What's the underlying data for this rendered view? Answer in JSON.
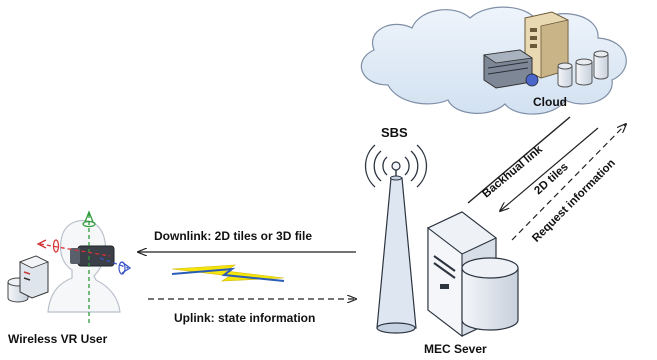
{
  "labels": {
    "cloud": "Cloud",
    "sbs": "SBS",
    "backhaul": "Backhual link",
    "tiles_2d": "2D tiles",
    "request": "Request information",
    "downlink": "Downlink: 2D tiles or 3D file",
    "uplink": "Uplink: state information",
    "vr_user": "Wireless VR User",
    "mec": "MEC Sever"
  },
  "colors": {
    "cloud_fill": "#dfeaf6",
    "cloud_stroke": "#7f8fa6",
    "server_fill": "#e6ebf2",
    "server_stroke": "#4a5565",
    "antenna_fill": "#dde6f1",
    "lightning_yellow": "#f5e50a",
    "lightning_blue": "#2a5cb8",
    "axis_green": "#2e9b3a",
    "axis_red": "#d23434",
    "axis_blue": "#3a55c8",
    "cloud_server": "#e9d9b2"
  },
  "icons": {
    "cloud": "cloud-icon",
    "tower_server": "cloud-tower-server-icon",
    "rack_server": "cloud-rack-server-icon",
    "databases": "cloud-database-icon",
    "antenna": "sbs-antenna-icon",
    "signal": "signal-waves-icon",
    "mec_server": "mec-server-icon",
    "mec_storage": "mec-storage-icon",
    "vr_user": "vr-user-icon",
    "user_computer": "user-computer-icon",
    "wireless": "lightning-icon"
  }
}
